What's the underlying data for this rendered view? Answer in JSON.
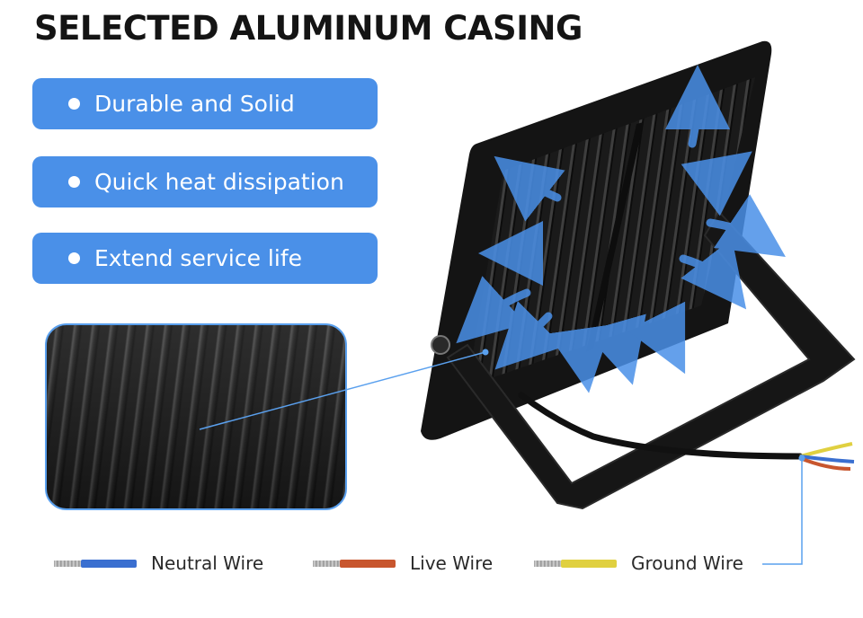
{
  "title": "SELECTED ALUMINUM CASING",
  "features": [
    {
      "label": "Durable and Solid"
    },
    {
      "label": "Quick heat dissipation"
    },
    {
      "label": "Extend service life"
    }
  ],
  "legend": [
    {
      "label": "Neutral Wire",
      "color": "#3a6fd0"
    },
    {
      "label": "Live Wire",
      "color": "#c8562e"
    },
    {
      "label": "Ground Wire",
      "color": "#e0d040"
    }
  ],
  "colors": {
    "accent": "#4a90e8",
    "casing": "#151515",
    "callout_line": "#5aa0ee"
  },
  "icons": {
    "bullet": "bullet-dot-icon",
    "airflow": "airflow-arrow-icon"
  }
}
